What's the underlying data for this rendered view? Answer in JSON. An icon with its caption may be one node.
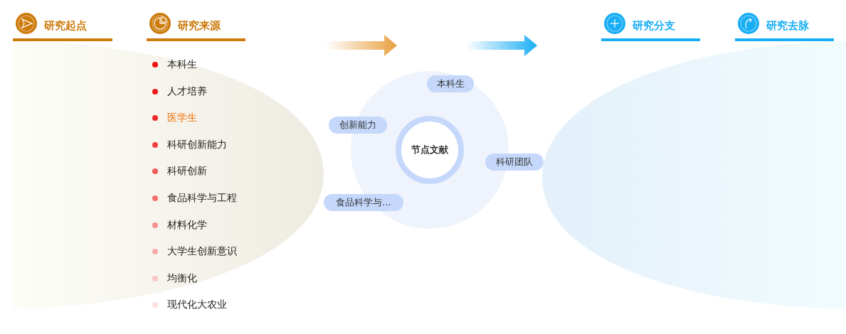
{
  "diagram": {
    "nodes": [
      {
        "text": [
          "研究起点"
        ]
      },
      {
        "text": [
          "研究来源"
        ]
      },
      {
        "text": [
          "研究分支"
        ]
      },
      {
        "text": [
          "研究去脉"
        ]
      },
      {
        "text": [
          "节点文献"
        ]
      },
      {
        "text": [
          "本科生"
        ]
      },
      {
        "text": [
          "创新能力"
        ]
      },
      {
        "text": [
          "科研团队"
        ]
      },
      {
        "text": [
          "食品科学与..."
        ]
      }
    ],
    "edges": [],
    "labels": [
      "本科生",
      "人才培养",
      "医学生",
      "科研创新能力",
      "科研创新",
      "食品科学与工程",
      "材料化学",
      "大学生创新意识",
      "均衡化",
      "现代化大农业"
    ]
  }
}
